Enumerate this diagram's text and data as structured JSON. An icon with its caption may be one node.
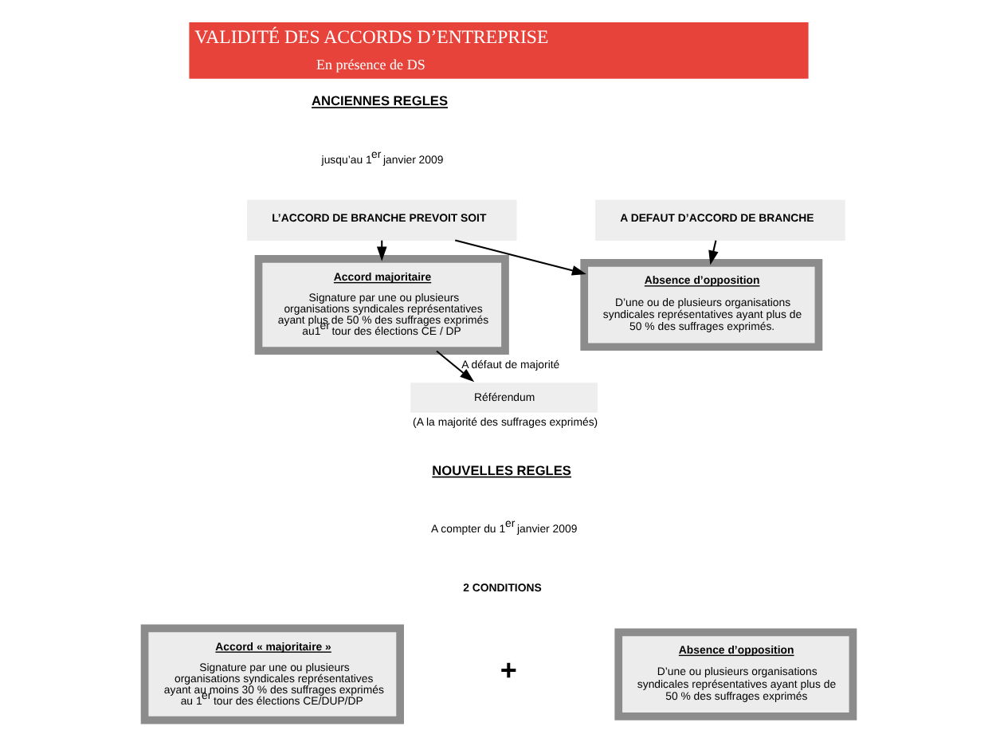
{
  "diagram": {
    "title": "VALIDITÉ DES ACCORDS D’ENTREPRISE",
    "nodes": [
      {
        "text": [
          "L’ACCORD DE BRANCHE PREVOIT SOIT"
        ]
      },
      {
        "text": [
          "A DEFAUT D’ACCORD DE BRANCHE"
        ]
      },
      {
        "text": [
          "Accord majoritaire",
          "Signature par une ou plusieurs organisations syndicales représentatives ayant plus de 50 % des suffrages exprimés au1$^{er}$ tour des élections CE / DP"
        ]
      },
      {
        "text": [
          "Absence d’opposition",
          "D’une ou de plusieurs organisations syndicales représentatives ayant plus de 50 % des suffrages exprimés."
        ]
      },
      {
        "text": [
          "Référendum"
        ],
        "beside": [
          "(A la majorité des suffrages exprimés)"
        ]
      },
      {
        "text": [
          "Accord « majoritaire »",
          "Signature par une ou plusieurs organisations syndicales représentatives ayant au moins 30 % des suffrages exprimés au 1$^{er}$ tour des élections CE/DUP/DP"
        ]
      },
      {
        "text": [
          "Absence d’opposition",
          "D’une ou plusieurs organisations syndicales représentatives ayant plus de 50 % des suffrages exprimés"
        ]
      }
    ],
    "edges": [
      {
        "from": 0,
        "to": 2,
        "arrow": "to"
      },
      {
        "from": 0,
        "to": 3,
        "arrow": "to"
      },
      {
        "from": 1,
        "to": 3,
        "arrow": "to"
      },
      {
        "from": 2,
        "to": 4,
        "arrow": "to",
        "label": "A défaut de majorité"
      }
    ],
    "labels": [
      "En présence de DS",
      "ANCIENNES REGLES",
      "jusqu’au 1$^{er}$ janvier 2009",
      "NOUVELLES REGLES",
      "A compter du 1$^{er}$ janvier 2009",
      "2 CONDITIONS",
      "+"
    ]
  }
}
